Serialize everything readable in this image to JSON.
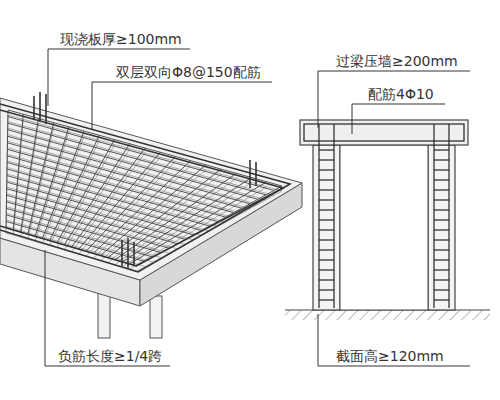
{
  "diagram": {
    "labels": [
      "现浇板厚≥100mm",
      "双层双向Φ8@150配筋",
      "负筋长度≥1/4跨",
      "过梁压墙≥200mm",
      "配筋4Φ10",
      "截面高≥120mm"
    ]
  }
}
